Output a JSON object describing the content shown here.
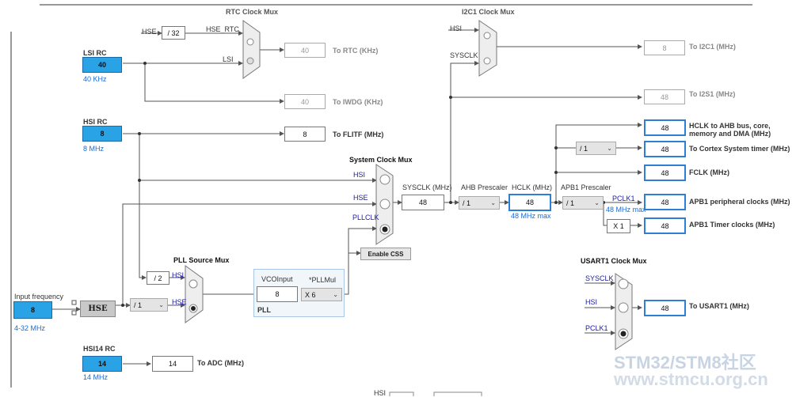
{
  "rtc_mux": {
    "title": "RTC Clock Mux",
    "in_hse_rtc": "HSE_RTC",
    "in_lsi": "LSI",
    "in_hse": "HSE",
    "div32": "/ 32",
    "out_value": "40",
    "out_label": "To RTC (KHz)"
  },
  "iwdg": {
    "value": "40",
    "label": "To IWDG (KHz)"
  },
  "lsi": {
    "title": "LSI RC",
    "value": "40",
    "freq": "40 KHz"
  },
  "hsi": {
    "title": "HSI RC",
    "value": "8",
    "freq": "8 MHz"
  },
  "flitf": {
    "value": "8",
    "label": "To FLITF (MHz)"
  },
  "i2c1_mux": {
    "title": "I2C1 Clock Mux",
    "in_hsi": "HSI",
    "in_sysclk": "SYSCLK",
    "out_value": "8",
    "out_label": "To I2C1 (MHz)"
  },
  "i2s1": {
    "value": "48",
    "label": "To I2S1 (MHz)"
  },
  "sys_mux": {
    "title": "System Clock Mux",
    "in_hsi": "HSI",
    "in_hse": "HSE",
    "in_pllclk": "PLLCLK",
    "enable_css": "Enable CSS"
  },
  "sysclk": {
    "label": "SYSCLK (MHz)",
    "value": "48"
  },
  "ahb": {
    "label": "AHB Prescaler",
    "value": "/ 1"
  },
  "hclk": {
    "label": "HCLK (MHz)",
    "value": "48",
    "max": "48 MHz max"
  },
  "apb1": {
    "label": "APB1 Prescaler",
    "value": "/ 1",
    "pclk1": "PCLK1",
    "pclk1_max": "48 MHz max"
  },
  "cortex_div": {
    "value": "/ 1"
  },
  "timer_mult": {
    "value": "X 1"
  },
  "outputs": [
    {
      "value": "48",
      "label": "HCLK to AHB bus, core,",
      "label2": "memory and DMA (MHz)"
    },
    {
      "value": "48",
      "label": "To Cortex System timer (MHz)"
    },
    {
      "value": "48",
      "label": "FCLK (MHz)"
    },
    {
      "value": "48",
      "label": "APB1 peripheral clocks (MHz)"
    },
    {
      "value": "48",
      "label": "APB1 Timer clocks (MHz)"
    }
  ],
  "pll_mux": {
    "title": "PLL Source Mux",
    "in_hsi": "HSI",
    "in_hse": "HSE",
    "div2": "/ 2",
    "prediv": "/ 1"
  },
  "pll": {
    "vco_label": "VCOInput",
    "mul_label": "*PLLMul",
    "vco_value": "8",
    "mul_value": "X 6",
    "name": "PLL"
  },
  "input": {
    "label": "Input frequency",
    "value": "8",
    "range": "4-32 MHz",
    "hse": "HSE"
  },
  "hsi14": {
    "title": "HSI14 RC",
    "value": "14",
    "freq": "14 MHz",
    "adc_value": "14",
    "adc_label": "To ADC (MHz)"
  },
  "usart1_mux": {
    "title": "USART1 Clock Mux",
    "in_sysclk": "SYSCLK",
    "in_hsi": "HSI",
    "in_pclk1": "PCLK1",
    "out_value": "48",
    "out_label": "To USART1 (MHz)"
  },
  "bottom_cut": {
    "label": "HSI"
  },
  "watermark": {
    "line1": "STM32/STM8社区",
    "line2": "www.stmcu.org.cn"
  }
}
